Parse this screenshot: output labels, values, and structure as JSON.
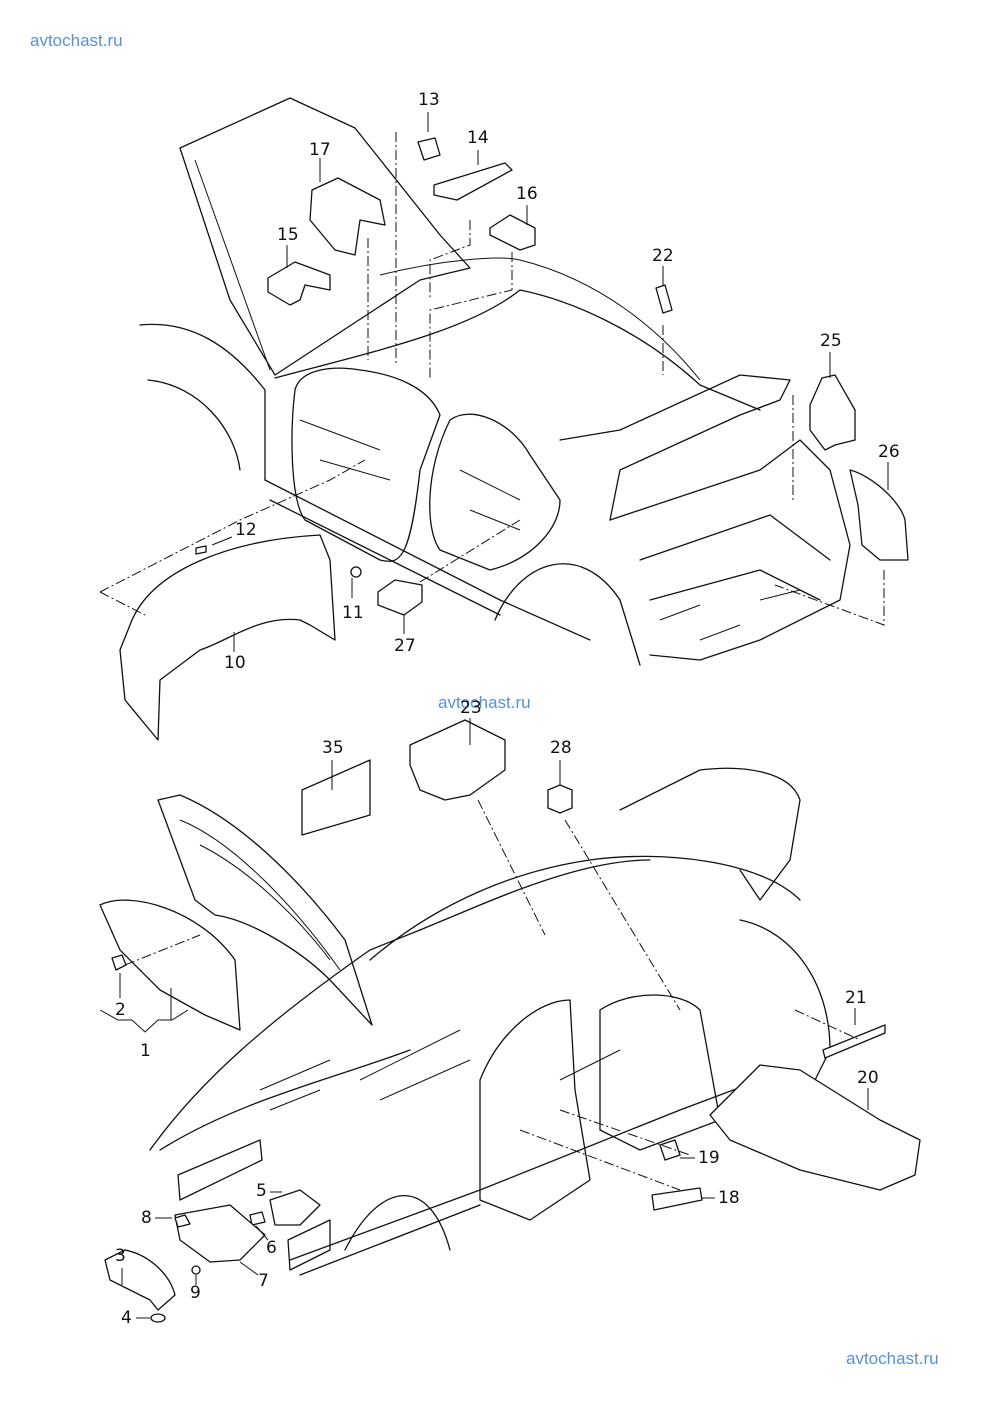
{
  "watermarks": {
    "top": "avtochast.ru",
    "middle": "avtochast.ru",
    "bottom": "avtochast.ru"
  },
  "diagram": {
    "title": "Car body sound insulation / damping parts (exploded view)",
    "upper_view": {
      "callouts": [
        "13",
        "14",
        "17",
        "16",
        "15",
        "22",
        "25",
        "26",
        "12",
        "11",
        "10",
        "27"
      ]
    },
    "lower_view": {
      "callouts": [
        "23",
        "35",
        "28",
        "2",
        "1",
        "21",
        "20",
        "19",
        "18",
        "5",
        "8",
        "3",
        "6",
        "7",
        "9",
        "4"
      ]
    }
  },
  "callouts": {
    "c13": "13",
    "c14": "14",
    "c17": "17",
    "c16": "16",
    "c15": "15",
    "c22": "22",
    "c25": "25",
    "c26": "26",
    "c12": "12",
    "c11": "11",
    "c10": "10",
    "c27": "27",
    "c23": "23",
    "c35": "35",
    "c28": "28",
    "c2": "2",
    "c1": "1",
    "c21": "21",
    "c20": "20",
    "c19": "19",
    "c18": "18",
    "c5": "5",
    "c8": "8",
    "c3": "3",
    "c6": "6",
    "c7": "7",
    "c9": "9",
    "c4": "4"
  }
}
